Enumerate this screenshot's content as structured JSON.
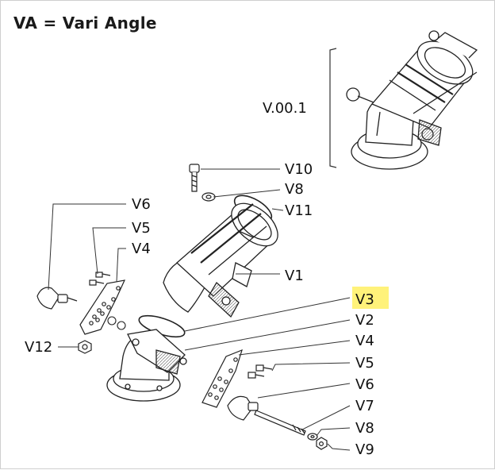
{
  "title": "VA = Vari Angle",
  "labels": {
    "v001": "V.00.1",
    "v10": "V10",
    "v8_top": "V8",
    "v11": "V11",
    "v6_left": "V6",
    "v5_left": "V5",
    "v4_left": "V4",
    "v1": "V1",
    "v3": "V3",
    "v2": "V2",
    "v12": "V12",
    "v4_right": "V4",
    "v5_right": "V5",
    "v6_right": "V6",
    "v7": "V7",
    "v8_bottom": "V8",
    "v9": "V9"
  },
  "colors": {
    "highlight": "#fff27a",
    "line": "#222222"
  }
}
